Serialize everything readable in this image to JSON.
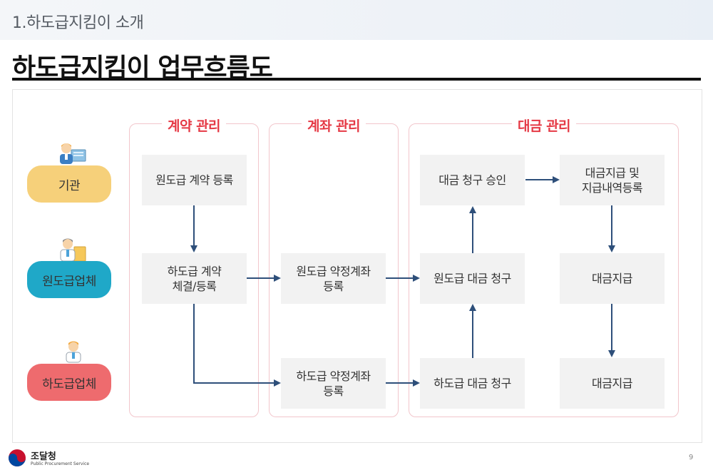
{
  "header": {
    "section_title": "1.하도급지킴이 소개",
    "main_title": "하도급지킴이 업무흐름도"
  },
  "groups": {
    "contract": "계약 관리",
    "account": "계좌 관리",
    "payment": "대금 관리"
  },
  "roles": {
    "agency": "기관",
    "prime": "원도급업체",
    "sub": "하도급업체"
  },
  "steps": {
    "prime_contract_register": [
      "원도급 계약 등록"
    ],
    "sub_contract_sign": [
      "하도급 계약",
      "체결/등록"
    ],
    "prime_account_register": [
      "원도급 약정계좌",
      "등록"
    ],
    "sub_account_register": [
      "하도급 약정계좌",
      "등록"
    ],
    "payment_claim_approval": [
      "대금 청구 승인"
    ],
    "prime_payment_claim": [
      "원도급 대금 청구"
    ],
    "sub_payment_claim": [
      "하도급 대금 청구"
    ],
    "payment_and_registration": [
      "대금지급 및",
      "지급내역등록"
    ],
    "payment_prime": [
      "대금지급"
    ],
    "payment_sub": [
      "대금지급"
    ]
  },
  "footer": {
    "logo_name": "조달청",
    "logo_sub": "Public Procurement Service",
    "page_number": "9"
  },
  "colors": {
    "accent_red": "#e53945",
    "arrow": "#2e4f7a",
    "agency": "#f6d07a",
    "prime": "#1fa8c8",
    "sub": "#ee6b6e"
  }
}
